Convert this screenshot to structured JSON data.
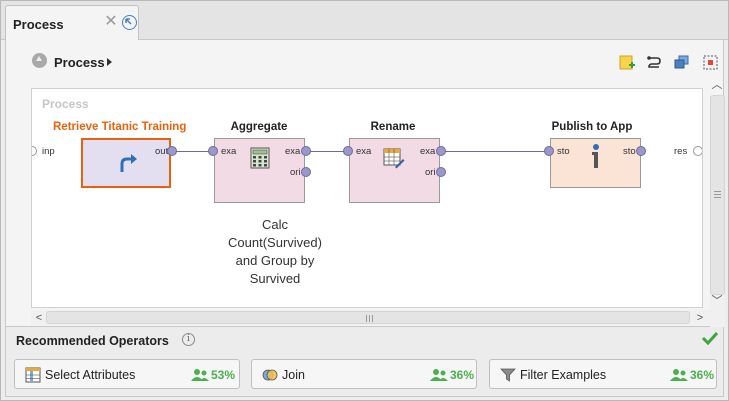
{
  "tab": {
    "label": "Process"
  },
  "breadcrumb": {
    "label": "Process"
  },
  "canvas": {
    "title": "Process",
    "left_port_label": "inp",
    "right_port_label": "res",
    "note": "Calc Count(Survived) and Group by Survived"
  },
  "operators": [
    {
      "title": "Retrieve Titanic Training",
      "title_color": "#e8620c",
      "ports_out": [
        "out"
      ],
      "ports_in": []
    },
    {
      "title": "Aggregate",
      "ports_in": [
        "exa"
      ],
      "ports_out": [
        "exa",
        "ori"
      ]
    },
    {
      "title": "Rename",
      "ports_in": [
        "exa"
      ],
      "ports_out": [
        "exa",
        "ori"
      ]
    },
    {
      "title": "Publish to App",
      "ports_in": [
        "sto"
      ],
      "ports_out": [
        "sto"
      ]
    }
  ],
  "recommended": {
    "title": "Recommended Operators",
    "items": [
      {
        "label": "Select Attributes",
        "percent": "53%",
        "icon": "table-columns-icon"
      },
      {
        "label": "Join",
        "percent": "36%",
        "icon": "join-icon"
      },
      {
        "label": "Filter Examples",
        "percent": "36%",
        "icon": "filter-icon"
      }
    ]
  },
  "colors": {
    "accent_orange": "#e8620c",
    "port_purple": "#9b97c8",
    "operator_pink": "#f2dbe4",
    "operator_peach": "#fbe3d6",
    "selected_fill": "#e3dff0",
    "success_green": "#4caf50"
  }
}
